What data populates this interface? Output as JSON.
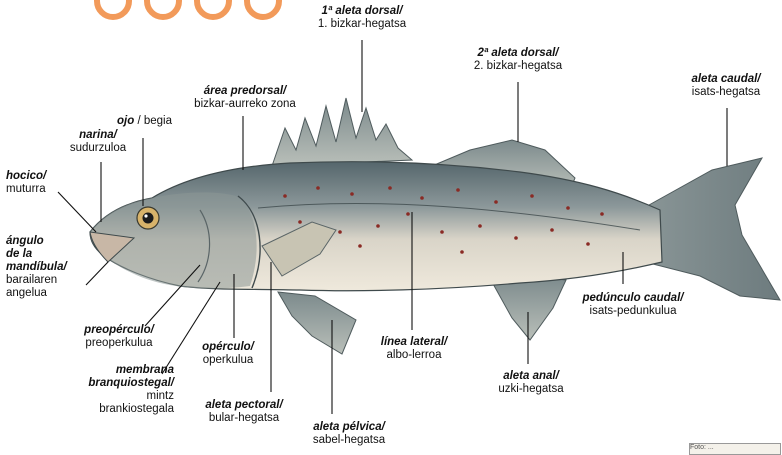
{
  "labels": {
    "aleta_dorsal_1": {
      "es": "1ª aleta dorsal/",
      "eu": "1. bizkar-hegatsa"
    },
    "aleta_dorsal_2": {
      "es": "2ª aleta dorsal/",
      "eu": "2. bizkar-hegatsa"
    },
    "aleta_caudal": {
      "es": "aleta caudal/",
      "eu": "isats-hegatsa"
    },
    "area_predorsal": {
      "es": "área predorsal/",
      "eu": "bizkar-aurreko zona"
    },
    "ojo": {
      "es": "ojo",
      "eu": "/ begia"
    },
    "narina": {
      "es": "narina/",
      "eu": "sudurzuloa"
    },
    "hocico": {
      "es": "hocico/",
      "eu": "muturra"
    },
    "angulo": {
      "es1": "ángulo",
      "es2": "de la",
      "es3": "mandíbula/",
      "eu1": "barailaren",
      "eu2": "angelua"
    },
    "preoperculo": {
      "es": "preopérculo/",
      "eu": "preoperkulua"
    },
    "membrana": {
      "es1": "membrana",
      "es2": "branquiostegal/",
      "eu1": "mintz",
      "eu2": "brankiostegala"
    },
    "operculo": {
      "es": "opérculo/",
      "eu": "operkulua"
    },
    "aleta_pectoral": {
      "es": "aleta pectoral/",
      "eu": "bular-hegatsa"
    },
    "aleta_pelvica": {
      "es": "aleta pélvica/",
      "eu": "sabel-hegatsa"
    },
    "linea_lateral": {
      "es": "línea lateral/",
      "eu": "albo-lerroa"
    },
    "aleta_anal": {
      "es": "aleta anal/",
      "eu": "uzki-hegatsa"
    },
    "pedunculo": {
      "es": "pedúnculo caudal/",
      "eu": "isats-pedunkulua"
    }
  },
  "colors": {
    "body_back": "#6f7f84",
    "body_belly": "#e6e1d6",
    "fin": "#9aa3a0",
    "spot": "#8a2a24",
    "watermark": "#f29a5a"
  },
  "credit": "Foto: ..."
}
